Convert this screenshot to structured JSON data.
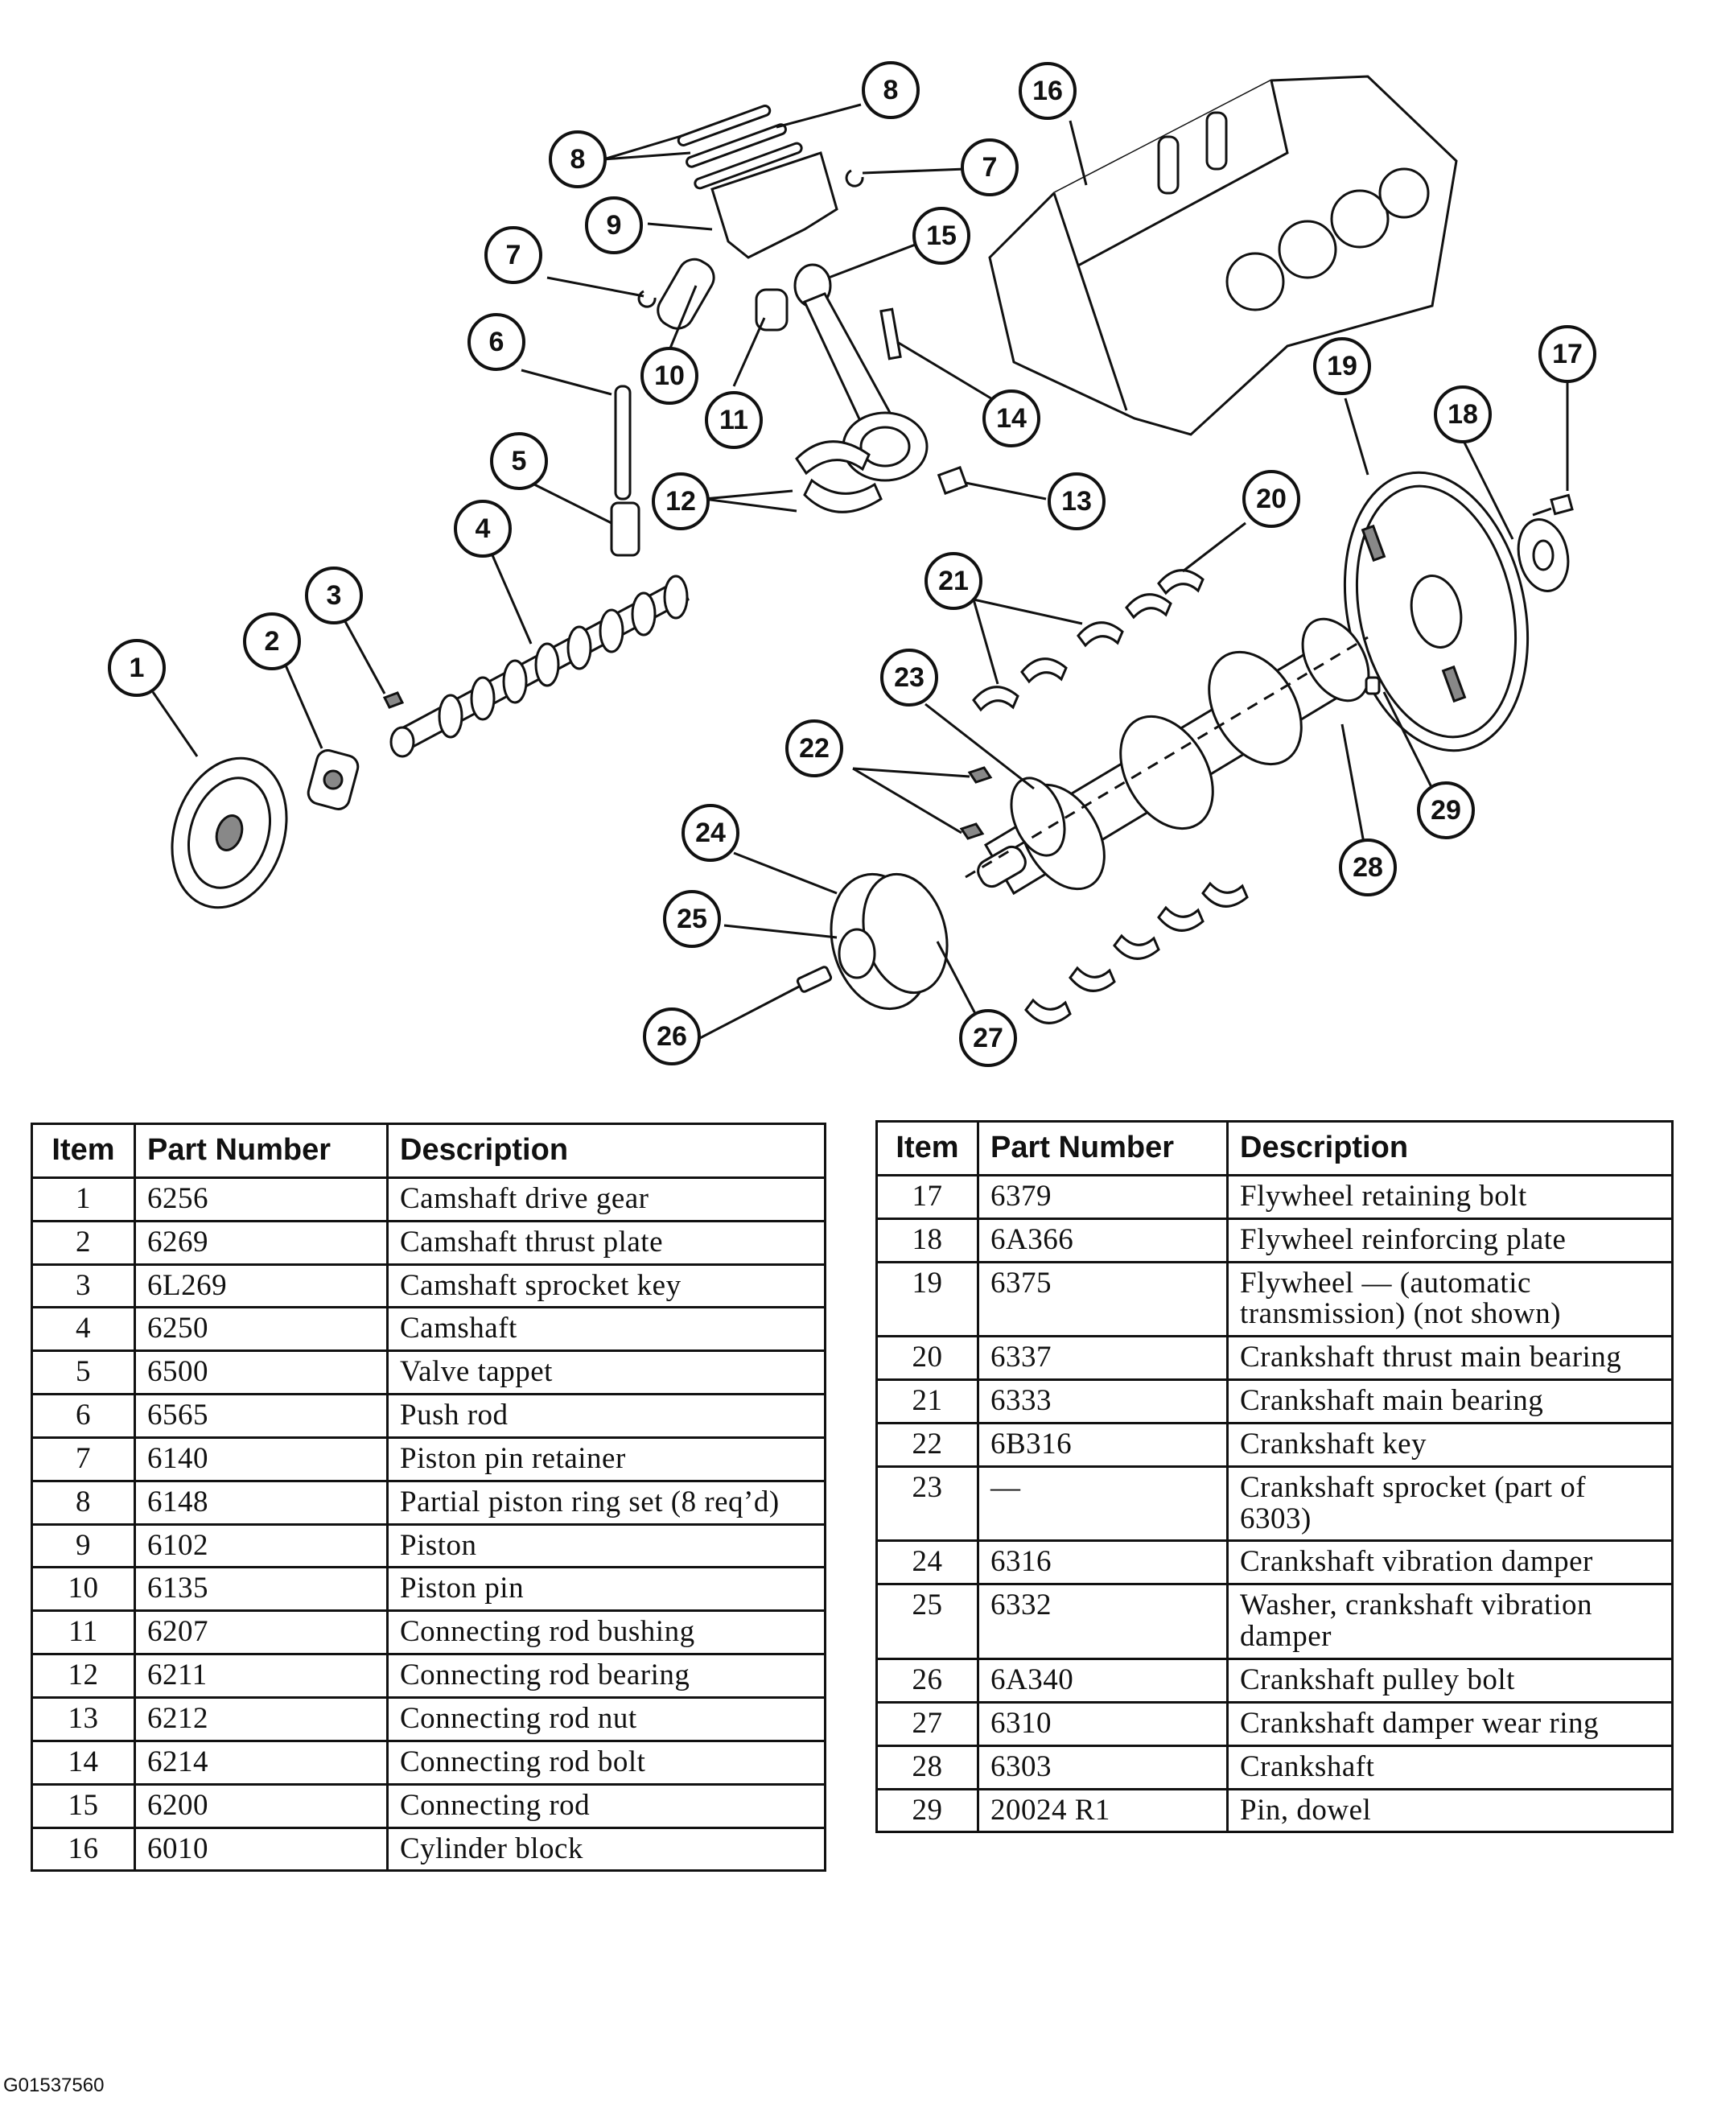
{
  "callouts": [
    {
      "n": "1"
    },
    {
      "n": "2"
    },
    {
      "n": "3"
    },
    {
      "n": "4"
    },
    {
      "n": "5"
    },
    {
      "n": "6"
    },
    {
      "n": "7"
    },
    {
      "n": "7"
    },
    {
      "n": "8"
    },
    {
      "n": "8"
    },
    {
      "n": "9"
    },
    {
      "n": "10"
    },
    {
      "n": "11"
    },
    {
      "n": "12"
    },
    {
      "n": "13"
    },
    {
      "n": "14"
    },
    {
      "n": "15"
    },
    {
      "n": "16"
    },
    {
      "n": "17"
    },
    {
      "n": "18"
    },
    {
      "n": "19"
    },
    {
      "n": "20"
    },
    {
      "n": "21"
    },
    {
      "n": "22"
    },
    {
      "n": "23"
    },
    {
      "n": "24"
    },
    {
      "n": "25"
    },
    {
      "n": "26"
    },
    {
      "n": "27"
    },
    {
      "n": "28"
    },
    {
      "n": "29"
    }
  ],
  "table_headers": {
    "item": "Item",
    "part_number": "Part Number",
    "description": "Description"
  },
  "left_table": [
    {
      "item": "1",
      "part": "6256",
      "desc": "Camshaft drive gear"
    },
    {
      "item": "2",
      "part": "6269",
      "desc": "Camshaft thrust plate"
    },
    {
      "item": "3",
      "part": "6L269",
      "desc": "Camshaft sprocket key"
    },
    {
      "item": "4",
      "part": "6250",
      "desc": "Camshaft"
    },
    {
      "item": "5",
      "part": "6500",
      "desc": "Valve tappet"
    },
    {
      "item": "6",
      "part": "6565",
      "desc": "Push rod"
    },
    {
      "item": "7",
      "part": "6140",
      "desc": "Piston pin retainer"
    },
    {
      "item": "8",
      "part": "6148",
      "desc": "Partial piston ring set (8 req’d)"
    },
    {
      "item": "9",
      "part": "6102",
      "desc": "Piston"
    },
    {
      "item": "10",
      "part": "6135",
      "desc": "Piston pin"
    },
    {
      "item": "11",
      "part": "6207",
      "desc": "Connecting rod bushing"
    },
    {
      "item": "12",
      "part": "6211",
      "desc": "Connecting rod bearing"
    },
    {
      "item": "13",
      "part": "6212",
      "desc": "Connecting rod nut"
    },
    {
      "item": "14",
      "part": "6214",
      "desc": "Connecting rod bolt"
    },
    {
      "item": "15",
      "part": "6200",
      "desc": "Connecting rod"
    },
    {
      "item": "16",
      "part": "6010",
      "desc": "Cylinder block"
    }
  ],
  "right_table": [
    {
      "item": "17",
      "part": "6379",
      "desc": "Flywheel retaining bolt"
    },
    {
      "item": "18",
      "part": "6A366",
      "desc": "Flywheel reinforcing plate"
    },
    {
      "item": "19",
      "part": "6375",
      "desc": "Flywheel — (automatic transmission) (not shown)"
    },
    {
      "item": "20",
      "part": "6337",
      "desc": "Crankshaft thrust main bearing"
    },
    {
      "item": "21",
      "part": "6333",
      "desc": "Crankshaft main bearing"
    },
    {
      "item": "22",
      "part": "6B316",
      "desc": "Crankshaft key"
    },
    {
      "item": "23",
      "part": "—",
      "desc": "Crankshaft sprocket (part of 6303)"
    },
    {
      "item": "24",
      "part": "6316",
      "desc": "Crankshaft vibration damper"
    },
    {
      "item": "25",
      "part": "6332",
      "desc": "Washer, crankshaft vibration damper"
    },
    {
      "item": "26",
      "part": "6A340",
      "desc": "Crankshaft pulley bolt"
    },
    {
      "item": "27",
      "part": "6310",
      "desc": "Crankshaft damper wear ring"
    },
    {
      "item": "28",
      "part": "6303",
      "desc": "Crankshaft"
    },
    {
      "item": "29",
      "part": "20024 R1",
      "desc": "Pin, dowel"
    }
  ],
  "figure_id": "G01537560"
}
